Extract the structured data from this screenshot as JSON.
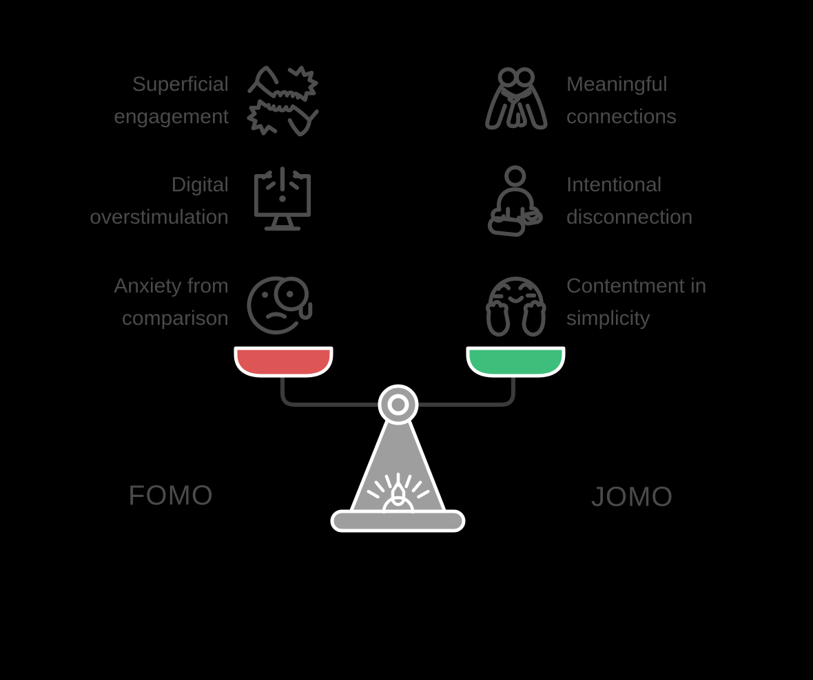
{
  "title": "FOMO vs JOMO balance infographic",
  "colors": {
    "background": "#000000",
    "text": "#4a4a4a",
    "icon": "#4d4d4d",
    "scale_gray": "#9e9e9e",
    "beam": "#3b3b3b",
    "pan_left": "#dd5555",
    "pan_right": "#3ebe7b",
    "outline": "#ffffff"
  },
  "left": {
    "label": "FOMO",
    "items": [
      {
        "line1": "Superficial",
        "line2": "engagement",
        "icon": "broken-handshake-icon"
      },
      {
        "line1": "Digital",
        "line2": "overstimulation",
        "icon": "monitor-alert-icon"
      },
      {
        "line1": "Anxiety from",
        "line2": "comparison",
        "icon": "anxious-face-magnifier-icon"
      }
    ]
  },
  "right": {
    "label": "JOMO",
    "items": [
      {
        "line1": "Meaningful",
        "line2": "connections",
        "icon": "hugging-people-icon"
      },
      {
        "line1": "Intentional",
        "line2": "disconnection",
        "icon": "meditating-person-icon"
      },
      {
        "line1": "Contentment in",
        "line2": "simplicity",
        "icon": "content-face-hands-icon"
      }
    ]
  },
  "scale": {
    "left_pan": "FOMO pan (red)",
    "right_pan": "JOMO pan (green)"
  }
}
